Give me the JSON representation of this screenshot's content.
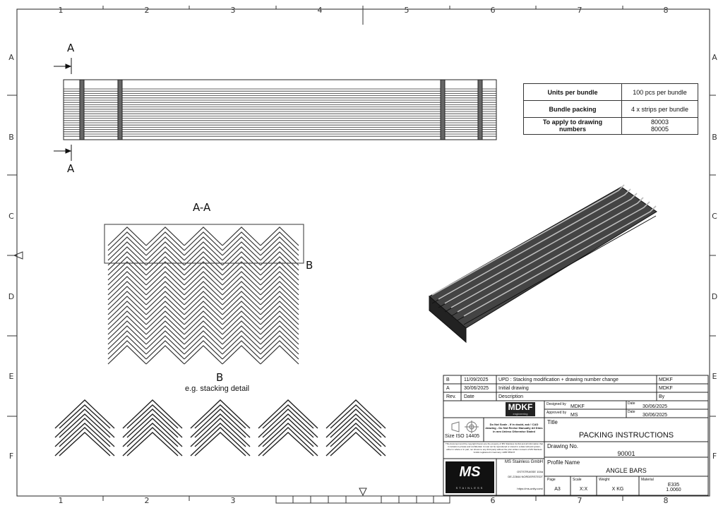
{
  "zone_numbers": [
    "1",
    "2",
    "3",
    "4",
    "5",
    "6",
    "7",
    "8"
  ],
  "zone_letters": [
    "A",
    "B",
    "C",
    "D",
    "E",
    "F"
  ],
  "section_marker": "A",
  "section_title": "A-A",
  "detail_marker": "B",
  "detail_title": "B",
  "detail_subtitle": "e.g. stacking detail",
  "bundle_table": {
    "rows": [
      {
        "label": "Units per bundle",
        "value": "100 pcs per bundle"
      },
      {
        "label": "Bundle packing",
        "value": "4 x strips per bundle"
      },
      {
        "label": "To apply to drawing numbers",
        "value": "80003\n80005"
      }
    ]
  },
  "revisions": [
    {
      "rev": "B",
      "date": "11/09/2025",
      "desc": "UPD : Stacking modification + drawing number change",
      "by": "MDKF"
    },
    {
      "rev": "A",
      "date": "30/06/2025",
      "desc": "Initial drawing",
      "by": "MDKF"
    }
  ],
  "rev_header": {
    "rev": "Rev.",
    "date": "Date",
    "desc": "Description",
    "by": "By"
  },
  "title_block": {
    "logo": "MDKF",
    "logo_sub": "engineering",
    "designed_by_label": "Designed by",
    "designed_by": "MDKF",
    "approved_by_label": "Approved by",
    "approved_by": "MS",
    "date_label": "Date",
    "designed_date": "30/06/2025",
    "approved_date": "30/06/2025",
    "title_label": "Title",
    "title": "PACKING INSTRUCTIONS",
    "drawing_no_label": "Drawing No.",
    "drawing_no": "90001",
    "profile_label": "Profile Name",
    "profile": "ANGLE BARS",
    "size_standard": "Size ISO 14405",
    "scale_notice": "Do Not Scale - If in doubt, ask ! CAD drawing - Do Not Revise Manually All Dims in mm Unless Otherwise Stated",
    "copyright_notice": "This document and the copyright therein are the property of MS Stainless GmbH and all information that it contains is private and confidential. It must not be reproduced or stored in a data retrieval system, either in whole or in part, nor shown to any third party without the prior written consent of MS Stainless GmbH registered in Germany: HRB 7851NT",
    "company": "MS Stainless GmbH",
    "address1": "OSTSTRASSE 104a",
    "address2": "DE-22844 NORDERSTEDT",
    "website": "https://ms-unity.com/",
    "ms_logo": "MS",
    "ms_logo_sub": "STAINLESS",
    "page_label": "Page",
    "page": "A3",
    "scale_label": "Scale",
    "scale": "X:X",
    "weight_label": "Weight",
    "weight": "X KG",
    "material_label": "Material",
    "material": "E335\n1.0060"
  }
}
